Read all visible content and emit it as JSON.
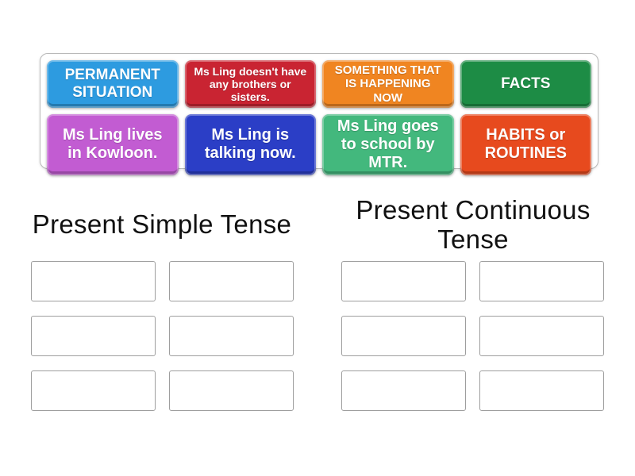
{
  "page": {
    "background": "#ffffff",
    "activity_type": "group-sort"
  },
  "tray": {
    "cards": [
      {
        "label": "PERMANENT SITUATION",
        "color": "#2d9be0"
      },
      {
        "label": "Ms Ling doesn't have any brothers or sisters.",
        "color": "#c92432"
      },
      {
        "label": "SOMETHING THAT IS HAPPENING NOW",
        "color": "#f08521"
      },
      {
        "label": "FACTS",
        "color": "#1d8c45"
      },
      {
        "label": "Ms Ling lives in Kowloon.",
        "color": "#c25cd2"
      },
      {
        "label": "Ms Ling is talking now.",
        "color": "#2b3ec6"
      },
      {
        "label": "Ms Ling goes to school by MTR.",
        "color": "#43b87d"
      },
      {
        "label": "HABITS or ROUTINES",
        "color": "#e74a1e"
      }
    ]
  },
  "groups": [
    {
      "title": "Present Simple Tense",
      "slot_count": 6
    },
    {
      "title": "Present Continuous Tense",
      "slot_count": 6
    }
  ]
}
